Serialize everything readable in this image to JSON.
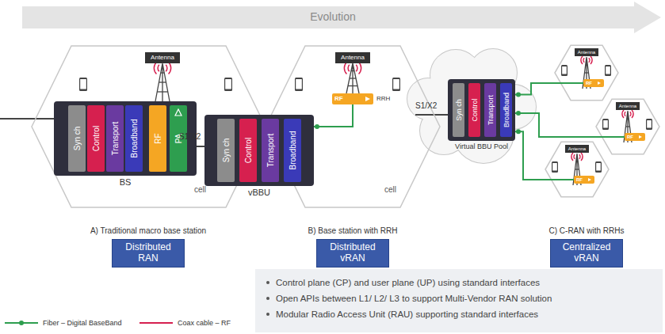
{
  "diagram": {
    "nodes": [
      {
        "text": [
          "cell"
        ]
      },
      {
        "text": [
          "Antenna"
        ],
        "in": 0
      },
      {
        "text": [
          "BS"
        ],
        "in": 0
      },
      {
        "text": [
          "Syn ch"
        ],
        "in": 2
      },
      {
        "text": [
          "Control"
        ],
        "in": 2
      },
      {
        "text": [
          "Transport"
        ],
        "in": 2
      },
      {
        "text": [
          "Broadband"
        ],
        "in": 2
      },
      {
        "text": [
          "RF"
        ],
        "in": 2
      },
      {
        "text": [
          "PA"
        ],
        "in": 2
      },
      {
        "text": [
          "cell"
        ]
      },
      {
        "text": [
          "Antenna"
        ],
        "in": 9
      },
      {
        "text": [
          "RF",
          "RRH"
        ],
        "in": 9
      },
      {
        "text": [
          "vBBU"
        ]
      },
      {
        "text": [
          "Syn ch"
        ],
        "in": 12
      },
      {
        "text": [
          "Control"
        ],
        "in": 12
      },
      {
        "text": [
          "Transport"
        ],
        "in": 12
      },
      {
        "text": [
          "Broadband"
        ],
        "in": 12
      },
      {
        "text": [
          "Virtual BBU Pool"
        ]
      },
      {
        "text": [
          "Syn ch"
        ],
        "in": 17
      },
      {
        "text": [
          "Control"
        ],
        "in": 17
      },
      {
        "text": [
          "Transport"
        ],
        "in": 17
      },
      {
        "text": [
          "Broadband"
        ],
        "in": 17
      },
      {
        "text": [
          "Antenna"
        ]
      },
      {
        "text": [
          "RF"
        ]
      },
      {
        "text": [
          "Antenna"
        ]
      },
      {
        "text": [
          "RF"
        ]
      },
      {
        "text": [
          "Antenna"
        ]
      },
      {
        "text": [
          "RF"
        ]
      },
      {
        "text": [
          "Distributed RAN"
        ]
      },
      {
        "text": [
          "Distributed vRAN"
        ]
      },
      {
        "text": [
          "Centralized vRAN"
        ]
      },
      {
        "text": [
          "Control plane (CP) and user plane (UP) using standard interfaces",
          "Open APIs between L1/ L2/ L3 to support Multi-Vendor RAN solution",
          "Modular Radio Access Unit (RAU) supporting standard interfaces"
        ]
      }
    ],
    "edges": [
      {
        "from": 12,
        "to": 11,
        "arrow": "none"
      },
      {
        "from": 17,
        "to": 23,
        "arrow": "none"
      },
      {
        "from": 17,
        "to": 25,
        "arrow": "none"
      },
      {
        "from": 17,
        "to": 27,
        "arrow": "none"
      }
    ],
    "labels": [
      "Evolution",
      "S1/X2",
      "S1/X2",
      "A) Traditional macro base station",
      "B) Base station with RRH",
      "C) C-RAN with RRHs"
    ],
    "legend": [
      {
        "text": "Fiber – Digital BaseBand"
      },
      {
        "text": "Coax cable – RF"
      }
    ]
  }
}
